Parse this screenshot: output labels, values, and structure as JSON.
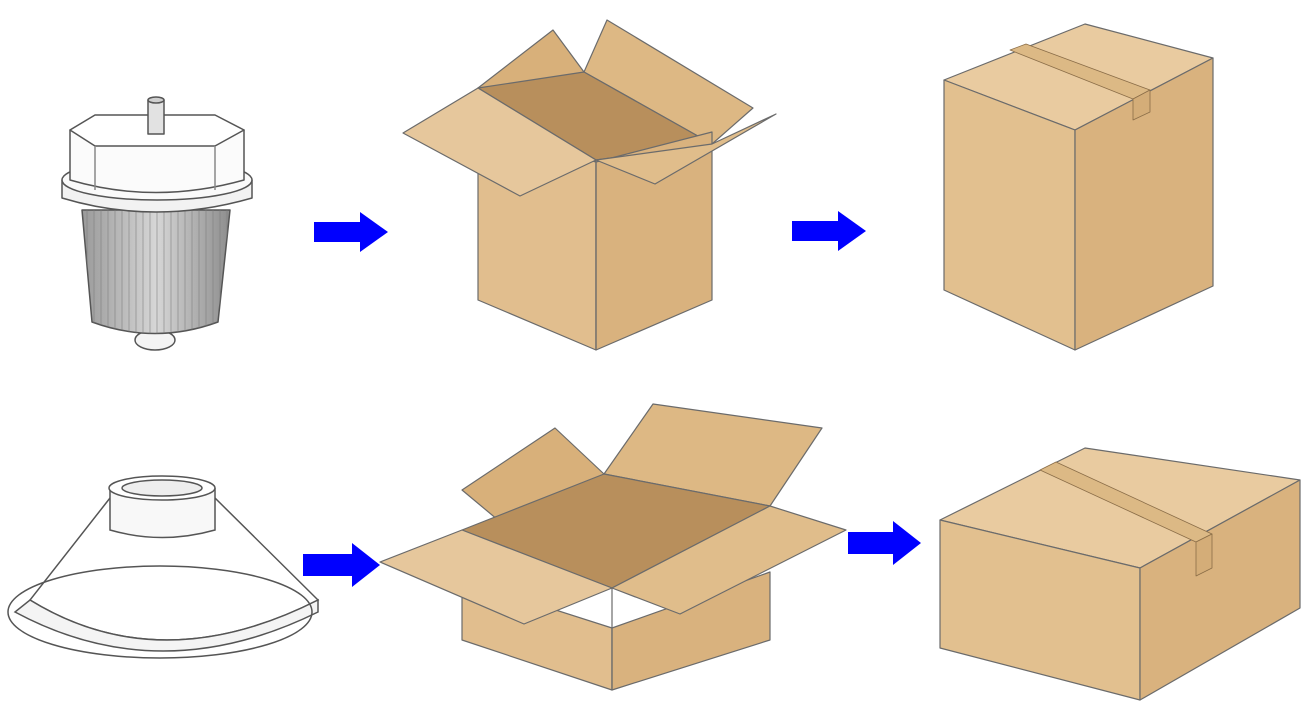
{
  "diagram": {
    "rows": [
      {
        "item": "lamp-driver-housing",
        "steps": [
          "product",
          "open-carton",
          "sealed-carton"
        ]
      },
      {
        "item": "lamp-reflector-shade",
        "steps": [
          "product",
          "open-carton",
          "sealed-carton"
        ]
      }
    ],
    "colors": {
      "arrow": "#0000ff",
      "carton_light": "#e4c395",
      "carton_mid": "#d9b27e",
      "carton_dark": "#b88f5c",
      "outline": "#6b6b6b"
    },
    "icons": [
      "lamp-driver-icon",
      "lamp-shade-icon",
      "open-box-icon",
      "sealed-box-icon",
      "right-arrow-icon"
    ]
  }
}
